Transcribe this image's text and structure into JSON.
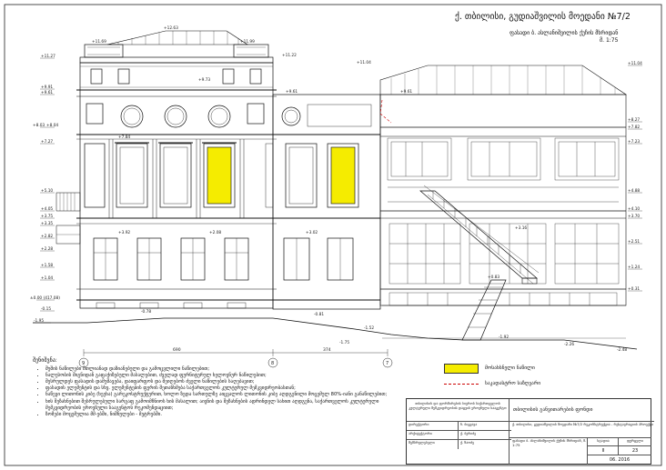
{
  "header": {
    "title": "ქ. თბილისი, გუდიაშვილის მოედანი №7/2",
    "subtitle_line1": "ფასადი ბ. ასლანიშვილის ქუჩის მხრიდან",
    "subtitle_line2": "მ. 1:75"
  },
  "elevations": {
    "left_axis": [
      "+11.27",
      "+9.91",
      "+9.61",
      "+8.03",
      "+8.04",
      "+7.27",
      "+5.10",
      "+4.05",
      "+3.75",
      "+3.35",
      "+2.82",
      "+2.28",
      "+1.58",
      "+1.04",
      "±0.00 (417.08)",
      "-0.15",
      "-1.95"
    ],
    "right_axis": [
      "+11.04",
      "+8.27",
      "+7.82",
      "+7.23",
      "+4.88",
      "+4.10",
      "+3.70",
      "+2.51",
      "+1.24",
      "+0.31"
    ],
    "top": [
      "+12.63",
      "+11.69",
      "+11.99",
      "+11.22",
      "+11.04",
      "+9.73",
      "+9.61",
      "+9.61"
    ],
    "facade": [
      "+7.84",
      "+3.92",
      "+2.08",
      "+3.02",
      "+3.16",
      "+0.83",
      "-0.78",
      "-0.81",
      "-1.52",
      "-1.75",
      "-1.92",
      "-2.26",
      "-2.48"
    ],
    "dimensions": [
      "690",
      "374"
    ],
    "axes": [
      "9",
      "8",
      "7"
    ]
  },
  "notes": {
    "heading": "შენიშვნა:",
    "items": [
      "შუშის ნაწილები მთლიანად დაზიანებული და გამოცვლილი ნაწილებით;",
      "ნალესობის შიგნიდან გაფაქიზებული მასალებით, ძველად ფურნიტურულ ხელოვნურ ნაწილებით;",
      "შესრულდეს ფასადის დამუშავება, დაიფარფოს და შეიღებოს ძველი ნაწილების საღებავით;",
      "ფასადის ელემენტის და სხვ. ელემენტების ფერის შეთანხმება საქართველოს კულტურულ მემკვიდრეობასთან;",
      "ნაწევი ლითონის კიბე (ხეეხა) გარეკოსტრუქტურით, ხოლო ზედა სართულზე აიცვალოს ლითონის კიბე აღდგენილი მოცემულ 80%-იანი განაწილებით;",
      "ხის შეზახნებით შესრულებული სარგაფ გამოიმჩნიოს ხის მასალით; აივნის და შეზახნების ადრინდელ სახით აღდგენა, საქართველოს კულტურული მემკვიდრეობის ეროვნული სააგენტოს რეკომენდაციით;",
      "ზომები მოცემულია მმ-ებში, ნიშნულები - მეტრებში."
    ]
  },
  "legend": {
    "restored_label": "მოსახსნელი ნაწილი",
    "boundary_label": "საკადასტრო საზღვარი",
    "restored_color": "#f5ec00",
    "boundary_color": "#cc0000"
  },
  "title_block": {
    "org": "თბილისის და ფორმირების ბიუროს საქართველოს კულტურული მემკვიდრეობის დაცვის ეროვნული სააგენტო",
    "project_name": "თბილისის განვითარების ფონდი",
    "role1": "დირექტორი",
    "name1": "ნ. ბიგვავა",
    "role2": "არქიტექტორი",
    "name2": "ქ. ბერიძე",
    "role3": "შემსრულებელი",
    "name3": "ქ. ზაოძე",
    "object": "ქ. თბილისი, გუდიაშვილის მოედანი №7/2 რეკონსტრუქცია - რესტავრაციის პროექტი",
    "drawing": "ფასადი ბ. ასლანიშვილის ქუჩის მხრიდან, მ. 1:75",
    "sheet_label": "სტადია",
    "sheet_count_label": "ფურცელი",
    "stage": "II",
    "sheet": "23",
    "date": "06. 2016"
  }
}
